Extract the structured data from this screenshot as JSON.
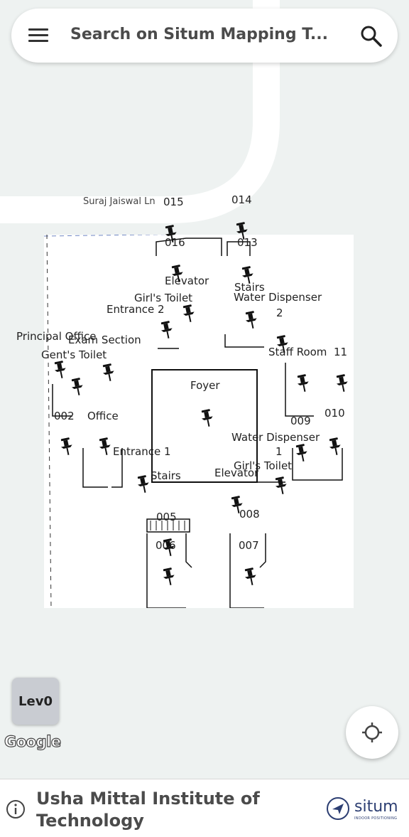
{
  "search": {
    "placeholder": "Search on Situm Mapping T..."
  },
  "map": {
    "road_label": "Suraj Jaiswal Ln",
    "labels": {
      "l015": "015",
      "l014": "014",
      "l016": "016",
      "l013": "013",
      "elevator_top": "Elevator",
      "stairs_top": "Stairs",
      "girls_toilet_top": "Girl's Toilet",
      "water_dispenser_2": "Water Dispenser",
      "entrance2": "Entrance 2",
      "num2": "2",
      "principal_office": "Principal Office",
      "exam_section": "Exam Section",
      "staff_room": "Staff Room",
      "l011": "11",
      "gents_toilet": "Gent's Toilet",
      "foyer": "Foyer",
      "l002": "002",
      "office": "Office",
      "l009": "009",
      "l010": "010",
      "water_dispenser_1": "Water Dispenser",
      "num1": "1",
      "entrance1": "Entrance 1",
      "girls_toilet_bottom": "Girl's Toilet",
      "stairs_bottom": "Stairs",
      "elevator_bottom": "Elevator",
      "l005": "005",
      "l008": "008",
      "l006": "006",
      "l007": "007"
    }
  },
  "level": {
    "label": "Lev0"
  },
  "google": {
    "label": "Google"
  },
  "footer": {
    "building_name": "Usha Mittal Institute of Technology"
  },
  "brand": {
    "name": "situm",
    "tagline": "INDOOR POSITIONING"
  },
  "colors": {
    "map_background": "#eef2f1",
    "road": "#ffffff",
    "floor": "#ffffff",
    "brand": "#2c3e72",
    "text": "#4b4b4b"
  },
  "icons": [
    "menu-icon",
    "search-icon",
    "pushpin-icon",
    "locate-icon",
    "info-icon",
    "situm-logo-icon"
  ]
}
